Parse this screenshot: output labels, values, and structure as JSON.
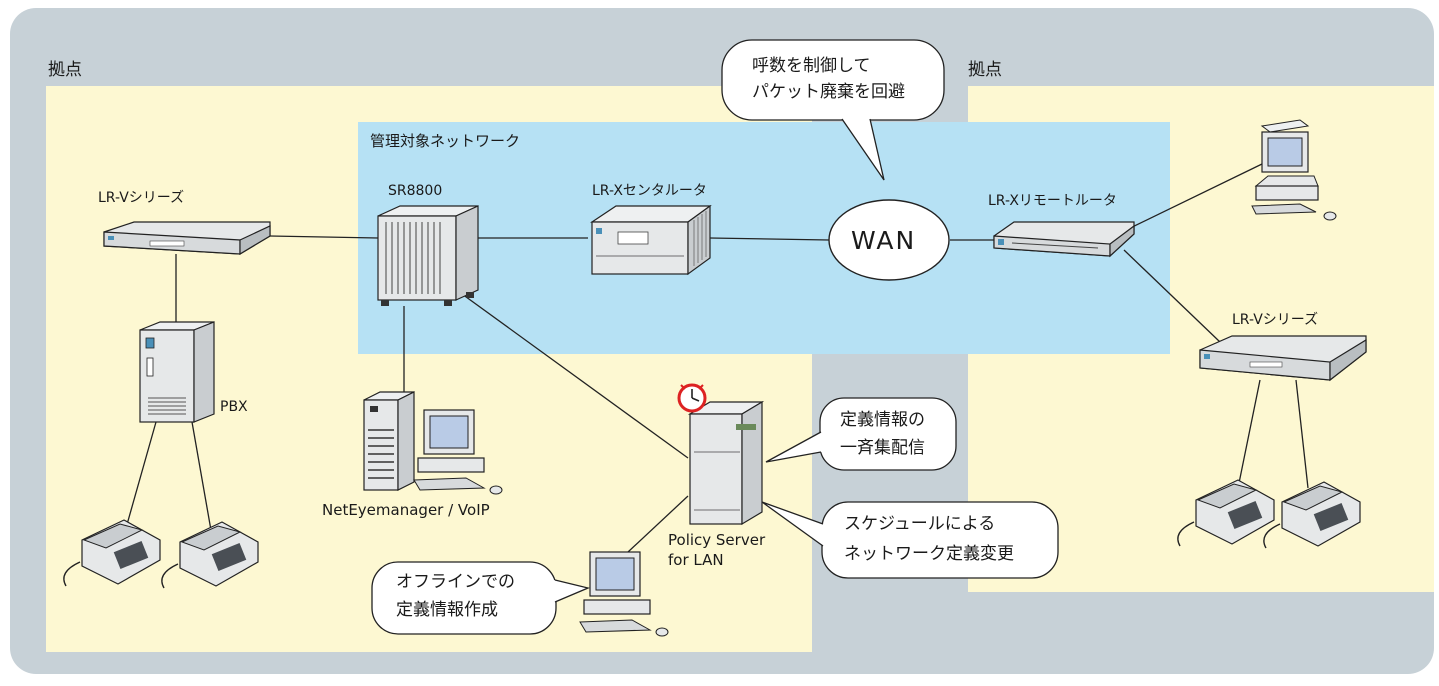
{
  "colors": {
    "outer_bg": "#c7d1d7",
    "site_bg": "#fdf8d2",
    "managed_bg": "#b6e1f4",
    "device_gray": "#e6e8e9",
    "screen_blue": "#b9cbe6"
  },
  "sites": {
    "left_label": "拠点",
    "right_label": "拠点"
  },
  "managed_network": {
    "label": "管理対象ネットワーク"
  },
  "devices": {
    "lrv_left": "LR-Vシリーズ",
    "sr8800": "SR8800",
    "lrx_center": "LR-Xセンタルータ",
    "wan": "WAN",
    "lrx_remote": "LR-Xリモートルータ",
    "lrv_right": "LR-Vシリーズ",
    "pbx": "PBX",
    "neteye": "NetEyemanager / VoIP",
    "policy_server_line1": "Policy Server",
    "policy_server_line2": "for LAN"
  },
  "callouts": {
    "wan_line1": "呼数を制御して",
    "wan_line2": "パケット廃棄を回避",
    "def_line1": "定義情報の",
    "def_line2": "一斉集配信",
    "sched_line1": "スケジュールによる",
    "sched_line2": "ネットワーク定義変更",
    "offline_line1": "オフラインでの",
    "offline_line2": "定義情報作成"
  }
}
